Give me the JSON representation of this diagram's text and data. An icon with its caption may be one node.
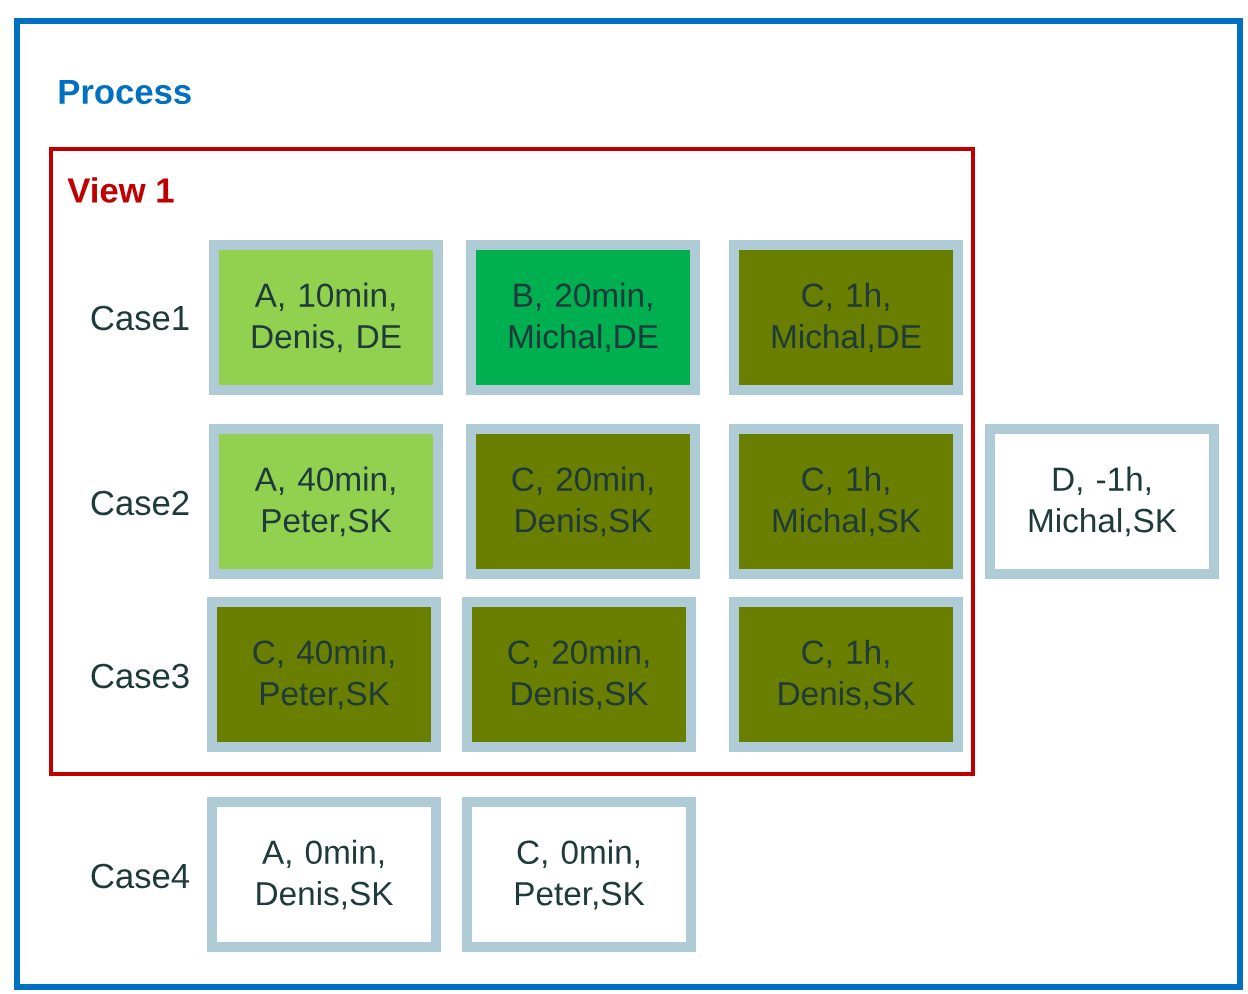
{
  "diagram": {
    "nodes": [
      {
        "text": [
          "Process"
        ]
      },
      {
        "text": [
          "View 1"
        ],
        "in": 0
      },
      {
        "text": [
          "A, 10min, Denis, DE"
        ],
        "in": 1
      },
      {
        "text": [
          "B, 20min, Michal,DE"
        ],
        "in": 1
      },
      {
        "text": [
          "C, 1h, Michal,DE"
        ],
        "in": 1
      },
      {
        "text": [
          "A, 40min, Peter,SK"
        ],
        "in": 1
      },
      {
        "text": [
          "C, 20min, Denis,SK"
        ],
        "in": 1
      },
      {
        "text": [
          "C, 1h, Michal,SK"
        ],
        "in": 1
      },
      {
        "text": [
          "D, -1h, Michal,SK"
        ],
        "in": 0
      },
      {
        "text": [
          "C, 40min, Peter,SK"
        ],
        "in": 1
      },
      {
        "text": [
          "C, 20min, Denis,SK"
        ],
        "in": 1
      },
      {
        "text": [
          "C, 1h, Denis,SK"
        ],
        "in": 1
      },
      {
        "text": [
          "A, 0min, Denis,SK"
        ],
        "in": 0
      },
      {
        "text": [
          "C, 0min, Peter,SK"
        ],
        "in": 0
      }
    ],
    "labels": [
      "Case1",
      "Case2",
      "Case3",
      "Case4"
    ]
  }
}
